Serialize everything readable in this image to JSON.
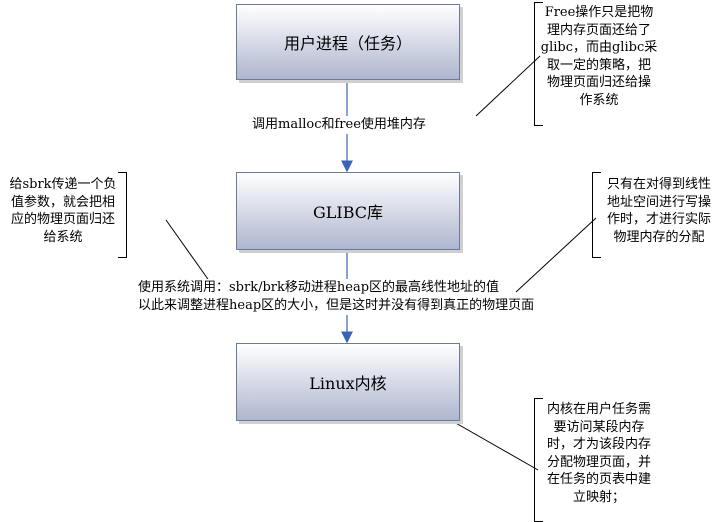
{
  "boxes": {
    "user_process": "用户进程（任务）",
    "glibc": "GLIBC库",
    "linux_kernel": "Linux内核"
  },
  "labels": {
    "malloc_free": "调用malloc和free使用堆内存",
    "syscall_line1": "使用系统调用：sbrk/brk移动进程heap区的最高线性地址的值",
    "syscall_line2": "以此来调整进程heap区的大小，但是这时并没有得到真正的物理页面"
  },
  "notes": {
    "free_note": [
      "Free操作只是把物",
      "理内存页面还给了",
      "glibc，而由glibc采",
      "取一定的策略，把",
      "物理页面归还给操",
      "作系统"
    ],
    "sbrk_note": [
      "给sbrk传递一个负",
      "值参数，就会把相",
      "应的物理页面归还",
      "给系统"
    ],
    "write_note": [
      "只有在对得到线性",
      "地址空间进行写操",
      "作时，才进行实际",
      "物理内存的分配"
    ],
    "kernel_note": [
      "内核在用户任务需",
      "要访问某段内存",
      "时，才为该段内存",
      "分配物理页面，并",
      "在任务的页表中建",
      "立映射；"
    ]
  }
}
